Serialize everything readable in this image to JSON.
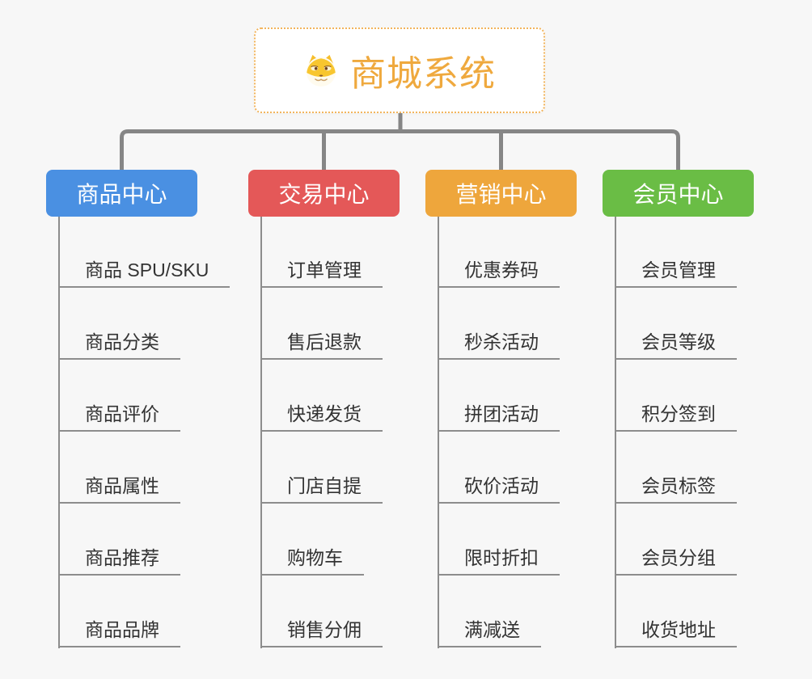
{
  "root": {
    "title": "商城系统",
    "icon": "dog-face-icon",
    "title_color": "#EFA93E",
    "border_color": "#F2B45C"
  },
  "connector": {
    "color": "#868686"
  },
  "branches": [
    {
      "label": "商品中心",
      "color": "#4A90E2",
      "children": [
        "商品 SPU/SKU",
        "商品分类",
        "商品评价",
        "商品属性",
        "商品推荐",
        "商品品牌"
      ]
    },
    {
      "label": "交易中心",
      "color": "#E45858",
      "children": [
        "订单管理",
        "售后退款",
        "快递发货",
        "门店自提",
        "购物车",
        "销售分佣"
      ]
    },
    {
      "label": "营销中心",
      "color": "#EEA63C",
      "children": [
        "优惠券码",
        "秒杀活动",
        "拼团活动",
        "砍价活动",
        "限时折扣",
        "满减送"
      ]
    },
    {
      "label": "会员中心",
      "color": "#6ABD45",
      "children": [
        "会员管理",
        "会员等级",
        "积分签到",
        "会员标签",
        "会员分组",
        "收货地址"
      ]
    }
  ]
}
